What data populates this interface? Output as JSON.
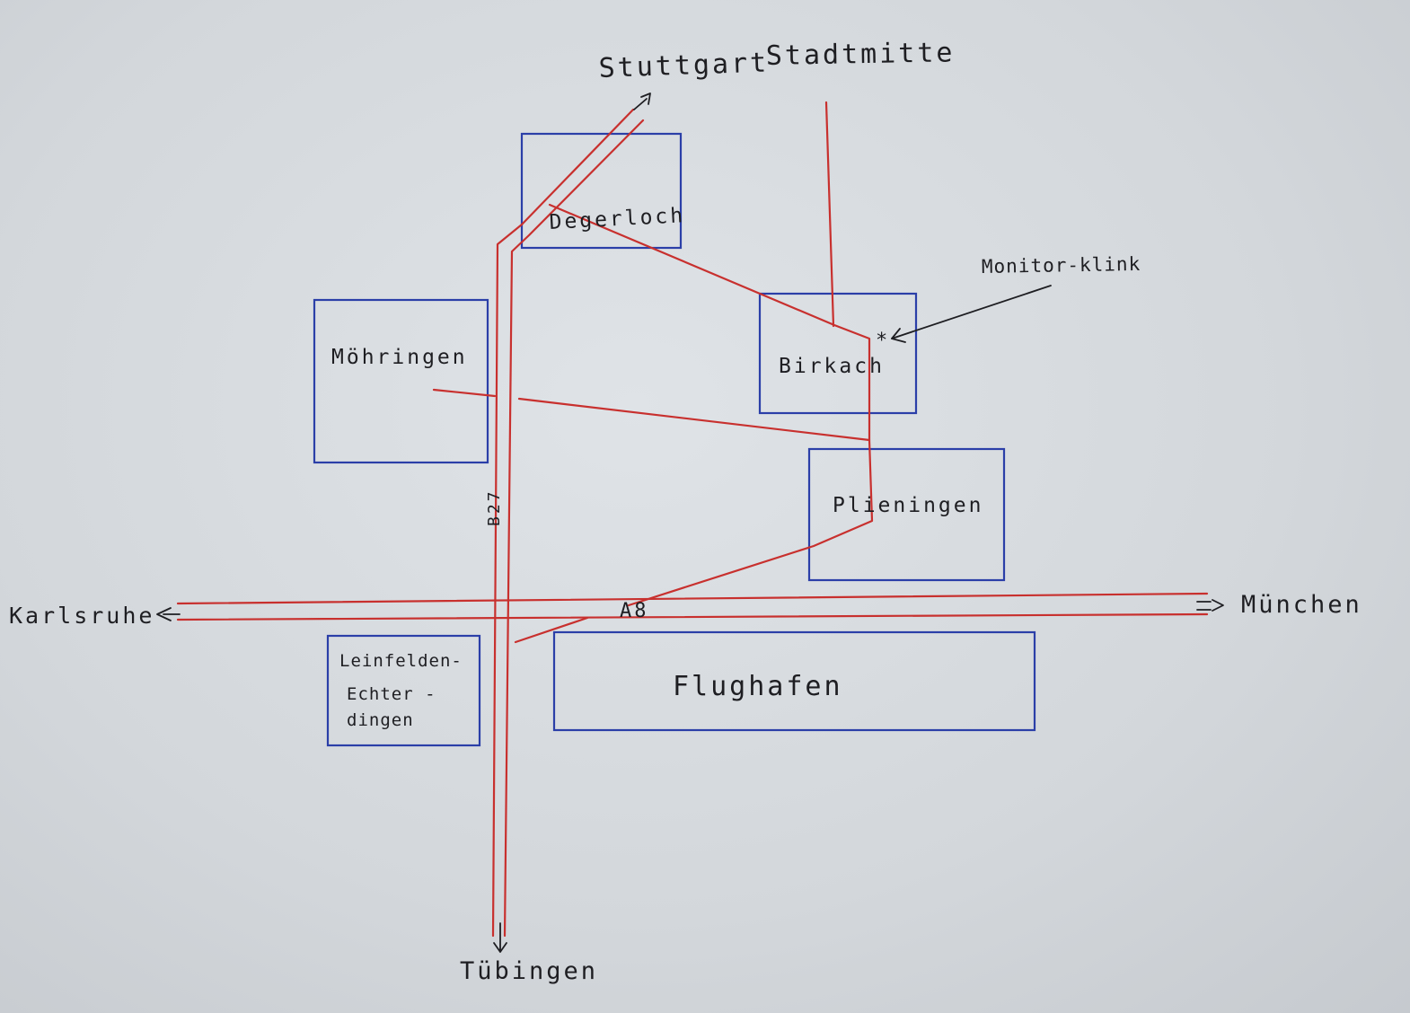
{
  "map": {
    "destinations": {
      "north_stuttgart": "Stuttgart",
      "north_center": "Stadtmitte",
      "west": "Karlsruhe",
      "east": "München",
      "south": "Tübingen"
    },
    "road_labels": {
      "highway": "A8",
      "federal_road": "B27"
    },
    "places": {
      "degerloch": "Degerloch",
      "moehringen": "Möhringen",
      "birkach": "Birkach",
      "plieningen": "Plieningen",
      "leinfelden_line1": "Leinfelden-",
      "leinfelden_line2": "Echter -",
      "leinfelden_line3": "dingen",
      "flughafen": "Flughafen"
    },
    "marker": {
      "label": "Monitor-klink",
      "symbol": "*"
    },
    "colors": {
      "roads": "#c8302e",
      "towns": "#2b3fa8",
      "ink": "#1e1e22",
      "paper": "#d8dce0"
    }
  }
}
